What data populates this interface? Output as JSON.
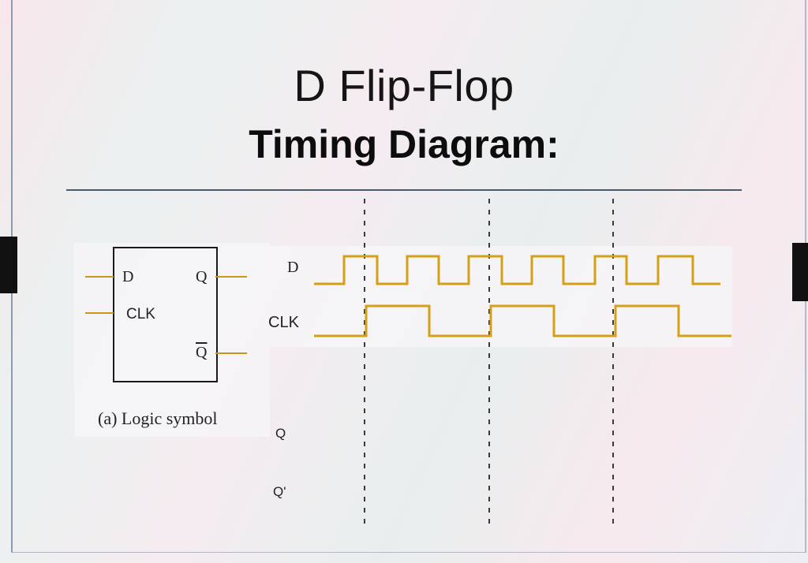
{
  "title": "D Flip-Flop",
  "subtitle": "Timing Diagram:",
  "logic_symbol": {
    "pin_d": "D",
    "pin_q": "Q",
    "pin_clk": "CLK",
    "pin_qbar": "Q",
    "caption": "(a) Logic symbol"
  },
  "timing": {
    "signal_d": "D",
    "signal_clk": "CLK",
    "signal_q": "Q",
    "signal_qprime": "Q'",
    "waveform_color": "#d4a017",
    "d_edges": [
      398,
      436,
      478,
      516,
      556,
      594,
      636,
      674,
      714,
      754,
      794,
      834,
      878,
      913
    ],
    "d_start_level": 0,
    "clk_edges": [
      398,
      464,
      544,
      622,
      702,
      780,
      860,
      927
    ],
    "clk_start_level": 0
  }
}
